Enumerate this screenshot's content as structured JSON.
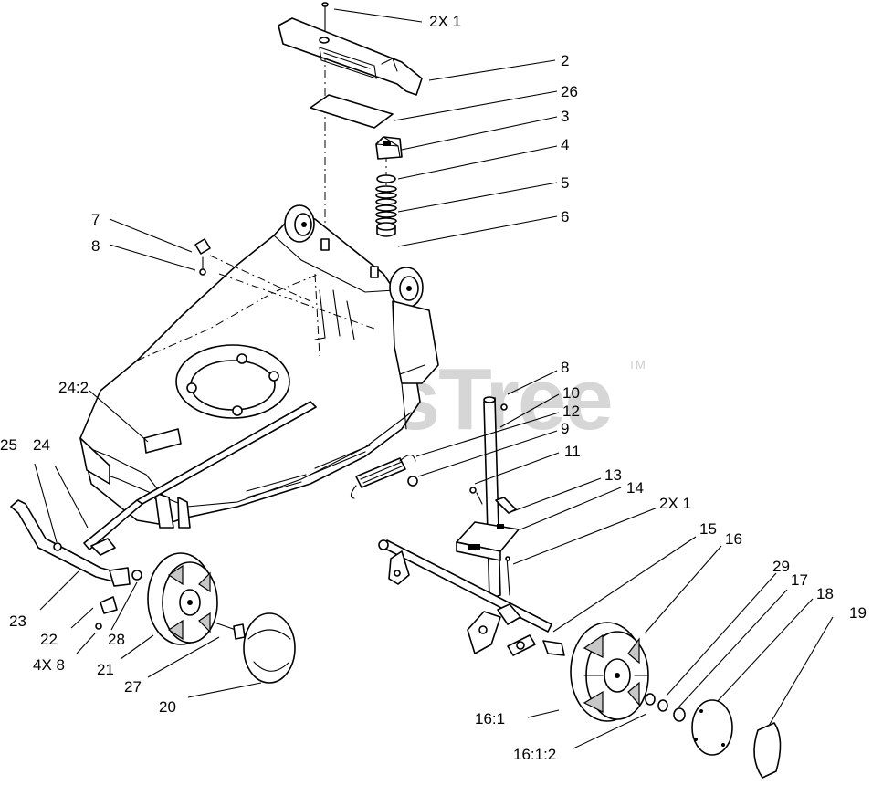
{
  "watermark": {
    "text": "PartsTree",
    "trademark": "TM"
  },
  "callouts": {
    "c_2x1_top": "2X 1",
    "c2": "2",
    "c26": "26",
    "c3": "3",
    "c4": "4",
    "c5": "5",
    "c6": "6",
    "c7": "7",
    "c8_left": "8",
    "c8_right": "8",
    "c24_2": "24:2",
    "c10": "10",
    "c12": "12",
    "c9": "9",
    "c11": "11",
    "c25": "25",
    "c24": "24",
    "c13": "13",
    "c14": "14",
    "c_2x1_right": "2X 1",
    "c15": "15",
    "c16": "16",
    "c29": "29",
    "c17": "17",
    "c18": "18",
    "c19": "19",
    "c23": "23",
    "c22": "22",
    "c28": "28",
    "c4x8": "4X 8",
    "c21": "21",
    "c27": "27",
    "c20": "20",
    "c16_1": "16:1",
    "c16_1_2": "16:1:2"
  }
}
